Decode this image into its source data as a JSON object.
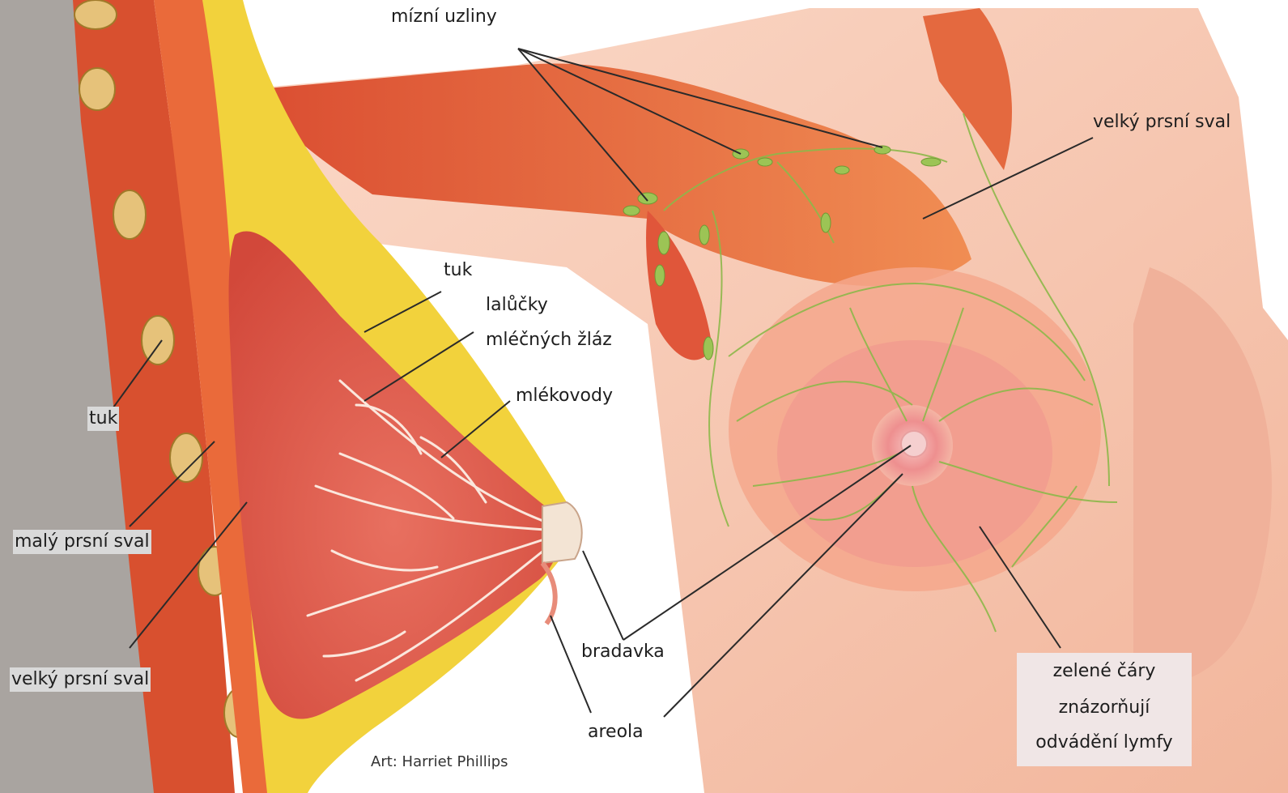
{
  "labels": {
    "lymph_nodes": "mízní uzliny",
    "pectoralis_major_right": "velký prsní sval",
    "fat_top": "tuk",
    "lobules_line1": "lalůčky",
    "lobules_line2": "mléčných žláz",
    "milk_ducts": "mlékovody",
    "fat_left": "tuk",
    "pectoralis_minor": "malý prsní sval",
    "pectoralis_major_left": "velký prsní sval",
    "nipple": "bradavka",
    "areola": "areola",
    "note_line1": "zelené čáry",
    "note_line2": "znázorňují",
    "note_line3": "odvádění lymfy",
    "credit": "Art: Harriet Phillips"
  },
  "colors": {
    "muscle": "#e8653a",
    "fat": "#f2d23c",
    "skin": "#f6c2a8",
    "lymph": "#8db84a",
    "label_box": "#d9d9d9"
  }
}
